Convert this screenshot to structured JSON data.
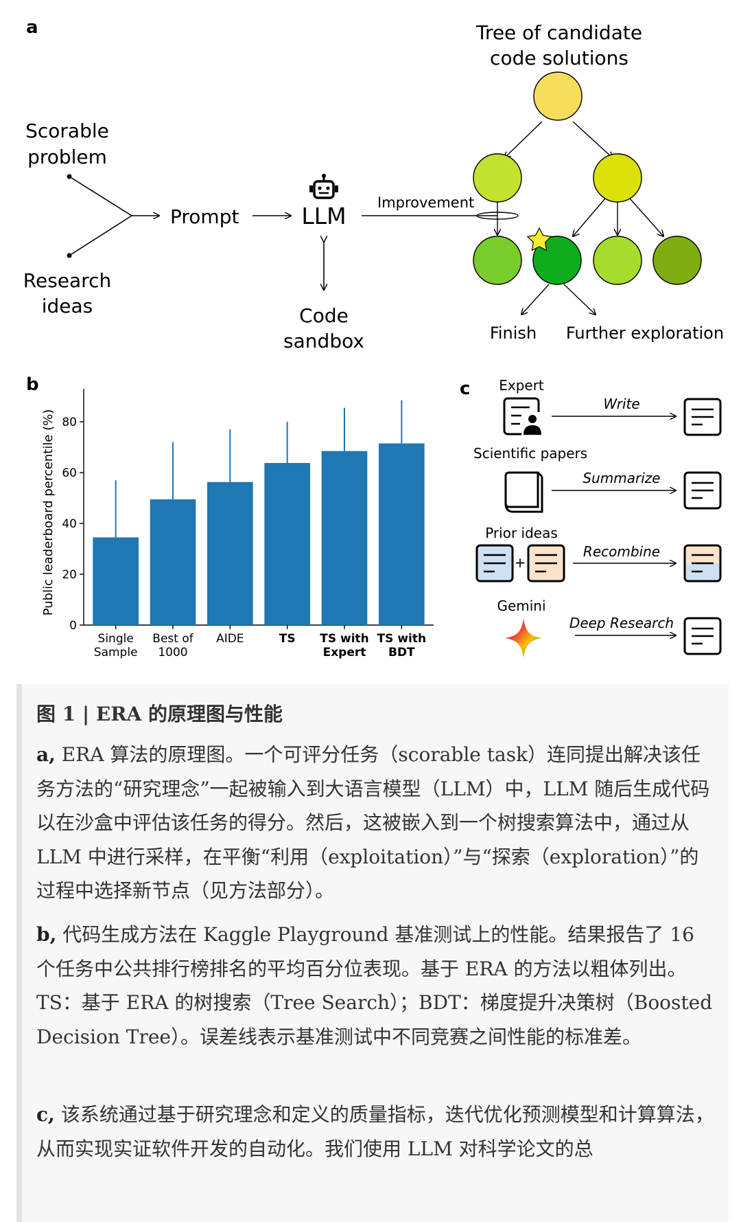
{
  "panel_a": {
    "letter": "a",
    "tree_title_line1": "Tree of candidate",
    "tree_title_line2": "code solutions",
    "input1_line1": "Scorable",
    "input1_line2": "problem",
    "input2_line1": "Research",
    "input2_line2": "ideas",
    "prompt": "Prompt",
    "llm": "LLM",
    "sandbox_line1": "Code",
    "sandbox_line2": "sandbox",
    "improvement": "Improvement",
    "finish": "Finish",
    "further": "Further exploration",
    "node_colors": {
      "root": "#f8dd5c",
      "level1_left": "#c2e22f",
      "level1_right": "#dce10a",
      "level2_1": "#78cc2b",
      "level2_2": "#0ead1c",
      "level2_3": "#a6dc2c",
      "level2_4": "#80ae12",
      "star": "#f5ee2e"
    }
  },
  "panel_b": {
    "letter": "b",
    "chart_data": {
      "type": "bar",
      "categories": [
        "Single Sample",
        "Best of 1000",
        "AIDE",
        "TS",
        "TS with Expert",
        "TS with BDT"
      ],
      "category_lines": [
        [
          "Single",
          "Sample"
        ],
        [
          "Best of",
          "1000"
        ],
        [
          "AIDE"
        ],
        [
          "TS"
        ],
        [
          "TS with",
          "Expert"
        ],
        [
          "TS with",
          "BDT"
        ]
      ],
      "bold_categories": [
        false,
        false,
        false,
        true,
        true,
        true
      ],
      "values": [
        34.5,
        49.5,
        56.3,
        63.8,
        68.5,
        71.5
      ],
      "error_upper": [
        57,
        72,
        77,
        80,
        85.5,
        88.5
      ],
      "ylabel": "Public leaderboard percentile (%)",
      "yticks": [
        0,
        20,
        40,
        60,
        80
      ],
      "ylim": [
        0,
        93
      ],
      "bar_color": "#1f77b4",
      "grid": false
    }
  },
  "panel_c": {
    "letter": "c",
    "rows": [
      {
        "source": "Expert",
        "action": "Write"
      },
      {
        "source": "Scientific papers",
        "action": "Summarize"
      },
      {
        "source": "Prior ideas",
        "action": "Recombine"
      },
      {
        "source": "Gemini",
        "action": "Deep Research"
      }
    ],
    "plus": "+",
    "colors": {
      "blue_doc": "#cfe0f3",
      "peach_doc": "#fbe3cc"
    }
  },
  "caption": {
    "title": "图 1 | ERA 的原理图与性能",
    "a_label": "a,",
    "a_text": " ERA 算法的原理图。一个可评分任务（scorable task）连同提出解决该任务方法的“研究理念”一起被输入到大语言模型（LLM）中，LLM 随后生成代码以在沙盒中评估该任务的得分。然后，这被嵌入到一个树搜索算法中，通过从 LLM 中进行采样，在平衡“利用（exploitation）”与“探索（exploration）”的过程中选择新节点（见方法部分）。",
    "b_label": "b,",
    "b_text": " 代码生成方法在 Kaggle Playground 基准测试上的性能。结果报告了 16 个任务中公共排行榜排名的平均百分位表现。基于 ERA 的方法以粗体列出。TS：基于 ERA 的树搜索（Tree Search）；BDT：梯度提升决策树（Boosted Decision Tree）。误差线表示基准测试中不同竞赛之间性能的标准差。",
    "c_label": "c,",
    "c_text": " 该系统通过基于研究理念和定义的质量指标，迭代优化预测模型和计算算法，从而实现实证软件开发的自动化。我们使用 LLM 对科学论文的总"
  }
}
